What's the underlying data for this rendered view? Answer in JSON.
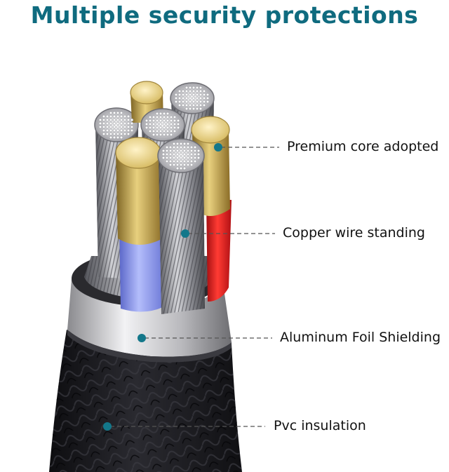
{
  "title": "Multiple security protections",
  "colors": {
    "title": "#0f6b7f",
    "marker_dot": "#13778a",
    "leader_line": "#555555",
    "label_text": "#111111",
    "pvc_jacket": "#1b1b1e",
    "foil_ring": "#c9c9cc",
    "gold_core": "#c9a84c",
    "blue_core": "#8c9cf0",
    "red_core": "#e21e1e"
  },
  "callouts": [
    {
      "label": "Premium core adopted"
    },
    {
      "label": "Copper wire standing"
    },
    {
      "label": "Aluminum Foil Shielding"
    },
    {
      "label": "Pvc insulation"
    }
  ]
}
